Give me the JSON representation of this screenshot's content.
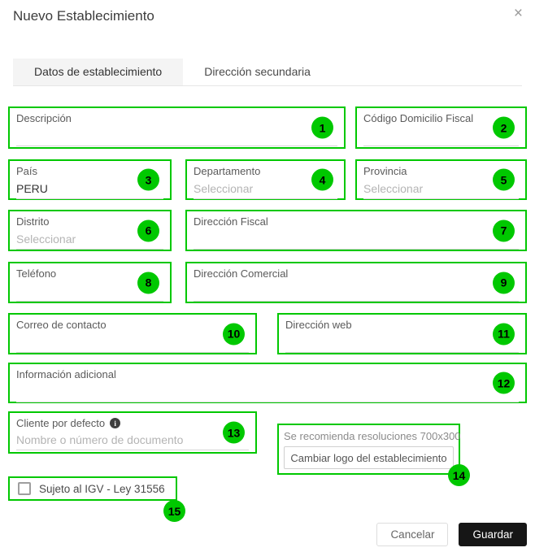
{
  "modal": {
    "title": "Nuevo Establecimiento",
    "close_icon": "×"
  },
  "tabs": [
    {
      "label": "Datos de establecimiento",
      "active": true
    },
    {
      "label": "Dirección secundaria",
      "active": false
    }
  ],
  "fields": [
    {
      "label": "Descripción",
      "value": "",
      "placeholder": "",
      "marker": "1"
    },
    {
      "label": "Código Domicilio Fiscal",
      "value": "",
      "placeholder": "",
      "marker": "2"
    },
    {
      "label": "País",
      "value": "PERU",
      "placeholder": "",
      "marker": "3"
    },
    {
      "label": "Departamento",
      "value": "",
      "placeholder": "Seleccionar",
      "marker": "4"
    },
    {
      "label": "Provincia",
      "value": "",
      "placeholder": "Seleccionar",
      "marker": "5"
    },
    {
      "label": "Distrito",
      "value": "",
      "placeholder": "Seleccionar",
      "marker": "6"
    },
    {
      "label": "Dirección Fiscal",
      "value": "",
      "placeholder": "",
      "marker": "7"
    },
    {
      "label": "Teléfono",
      "value": "",
      "placeholder": "",
      "marker": "8"
    },
    {
      "label": "Dirección Comercial",
      "value": "",
      "placeholder": "",
      "marker": "9"
    },
    {
      "label": "Correo de contacto",
      "value": "",
      "placeholder": "",
      "marker": "10"
    },
    {
      "label": "Dirección web",
      "value": "",
      "placeholder": "",
      "marker": "11"
    },
    {
      "label": "Información adicional",
      "value": "",
      "placeholder": "",
      "marker": "12"
    },
    {
      "label": "Cliente por defecto",
      "value": "",
      "placeholder": "Nombre o número de documento",
      "marker": "13"
    }
  ],
  "icons": {
    "info": "i"
  },
  "logo_section": {
    "hint": "Se recomienda resoluciones 700x300",
    "button_label": "Cambiar logo del establecimiento",
    "marker": "14"
  },
  "igv_checkbox": {
    "label": "Sujeto al IGV - Ley 31556",
    "checked": false,
    "marker": "15"
  },
  "footer": {
    "cancel_label": "Cancelar",
    "save_label": "Guardar"
  },
  "annotation": {
    "color": "#00c800"
  },
  "colors": {
    "save_button_bg": "#161616",
    "active_tab_bg": "#f4f4f4"
  }
}
